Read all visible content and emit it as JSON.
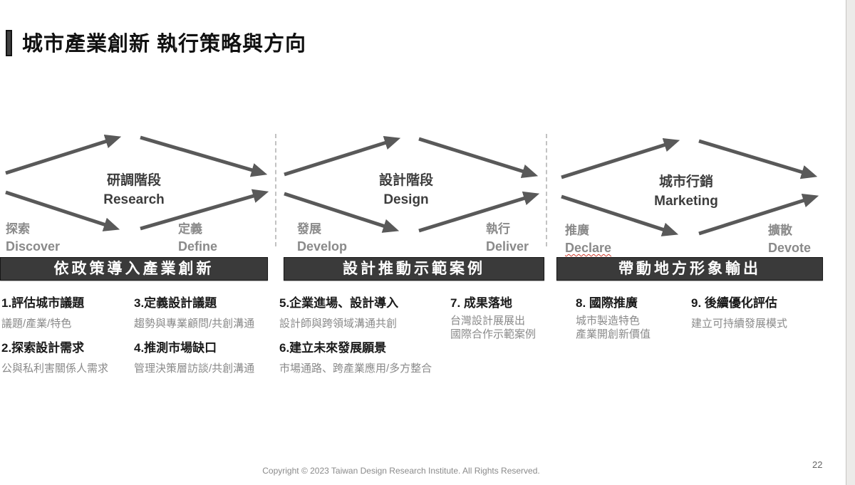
{
  "title": "城市產業創新 執行策略與方向",
  "page_number": "22",
  "footer": "Copyright © 2023 Taiwan Design Research Institute. All Rights Reserved.",
  "colors": {
    "arrow": "#595959",
    "banner_bg": "#3a3a3a",
    "banner_text": "#ffffff",
    "muted_text": "#8a8a8a",
    "spellcheck_underline": "#d03a2a"
  },
  "phases": [
    {
      "stage_zh": "研調階段",
      "stage_en": "Research",
      "start_zh": "探索",
      "start_en": "Discover",
      "end_zh": "定義",
      "end_en": "Define",
      "banner": "依政策導入產業創新"
    },
    {
      "stage_zh": "設計階段",
      "stage_en": "Design",
      "start_zh": "發展",
      "start_en": "Develop",
      "end_zh": "執行",
      "end_en": "Deliver",
      "banner": "設計推動示範案例"
    },
    {
      "stage_zh": "城市行銷",
      "stage_en": "Marketing",
      "start_zh": "推廣",
      "start_en": "Declare",
      "end_zh": "擴散",
      "end_en": "Devote",
      "banner": "帶動地方形象輸出"
    }
  ],
  "items": [
    {
      "title": "1.評估城市議題",
      "subs": [
        "議題/產業/特色"
      ]
    },
    {
      "title": "2.探索設計需求",
      "subs": [
        "公與私利害關係人需求"
      ]
    },
    {
      "title": "3.定義設計議題",
      "subs": [
        "趨勢與專業顧問/共創溝通"
      ]
    },
    {
      "title": "4.推測市場缺口",
      "subs": [
        "管理決策層訪談/共創溝通"
      ]
    },
    {
      "title": "5.企業進場、設計導入",
      "subs": [
        "設計師與跨領域溝通共創"
      ]
    },
    {
      "title": "6.建立未來發展願景",
      "subs": [
        "市場通路、跨產業應用/多方整合"
      ]
    },
    {
      "title": "7. 成果落地",
      "subs": [
        "台灣設計展展出",
        "國際合作示範案例"
      ]
    },
    {
      "title": "8. 國際推廣",
      "subs": [
        "城市製造特色",
        "產業開創新價值"
      ]
    },
    {
      "title": "9. 後續優化評估",
      "subs": [
        "建立可持續發展模式"
      ]
    }
  ]
}
